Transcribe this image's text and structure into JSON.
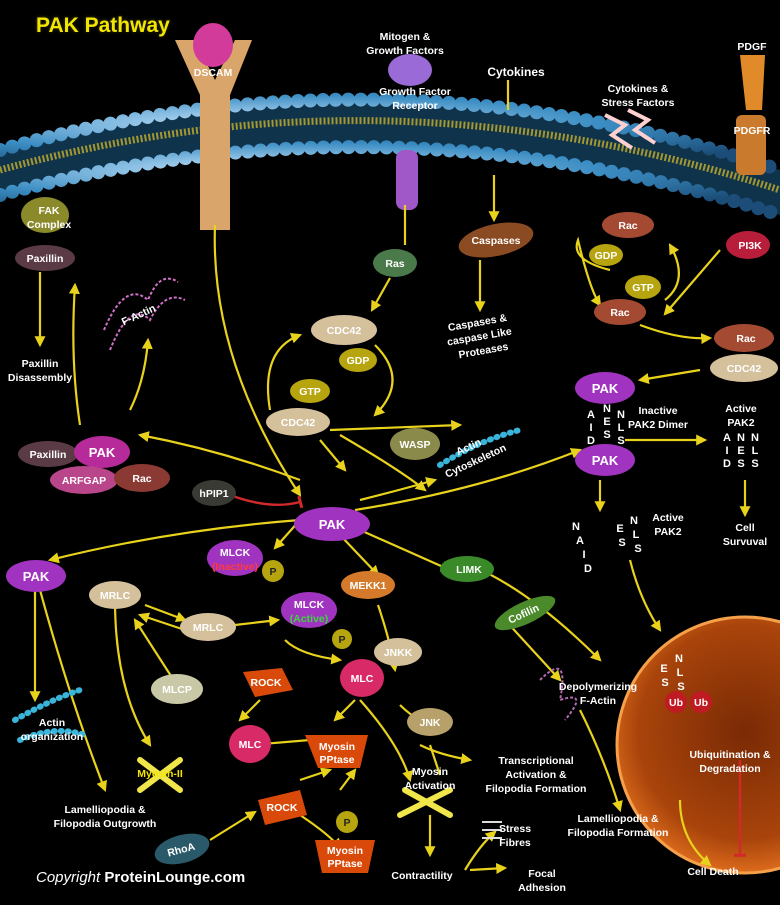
{
  "title": "PAK Pathway",
  "copyright": {
    "prefix": "Copyright",
    "brand": "ProteinLounge.com"
  },
  "membrane_labels": {
    "dscam": "DSCAM",
    "mitogen": [
      "Mitogen &",
      "Growth Factors"
    ],
    "gfr": [
      "Growth Factor",
      "Receptor"
    ],
    "cytokines": "Cytokines",
    "cytokines_stress": [
      "Cytokines &",
      "Stress Factors"
    ],
    "pdgf": "PDGF",
    "pdgfr": "PDGFR"
  },
  "nodes": {
    "fak": [
      "FAK",
      "Complex"
    ],
    "paxillin_top": "Paxillin",
    "paxillin_dis": [
      "Paxillin",
      "Disassembly"
    ],
    "factin": "F-Actin",
    "ras": "Ras",
    "caspases": "Caspases",
    "caspase_like": [
      "Caspases &",
      "caspase Like",
      "Proteases"
    ],
    "rac_top": "Rac",
    "gdp_right": "GDP",
    "gtp_right": "GTP",
    "rac_mid": "Rac",
    "pi3k": "PI3K",
    "rac_right": "Rac",
    "cdc42_right": "CDC42",
    "cdc42_top": "CDC42",
    "gdp_mid": "GDP",
    "gtp_mid": "GTP",
    "cdc42_mid": "CDC42",
    "wasp": "WASP",
    "actin_cyto": [
      "Actin",
      "Cytoskeleton"
    ],
    "paxillin_left": "Paxillin",
    "pak_left": "PAK",
    "arfgap": "ARFGAP",
    "rac_left": "Rac",
    "hpip1": "hPIP1",
    "pak_center": "PAK",
    "pak_dimer_top": "PAK",
    "pak_dimer_bottom": "PAK",
    "inactive_pak2": [
      "Inactive",
      "PAK2 Dimer"
    ],
    "active_pak2_right": [
      "Active",
      "PAK2"
    ],
    "cell_survival": [
      "Cell",
      "Survuval"
    ],
    "active_pak2_mid": [
      "Active",
      "PAK2"
    ],
    "pak_far_left": "PAK",
    "mlck_inactive": "MLCK",
    "mlck_inactive_state": "(Inactive)",
    "p1": "P",
    "mrlc_left": "MRLC",
    "mrlc_right": "MRLC",
    "mlck_active": "MLCK",
    "mlck_active_state": "(Active)",
    "mekk1": "MEKK1",
    "limk": "LIMK",
    "cofilin": "Cofilin",
    "p2": "P",
    "jnkk": "JNKK",
    "rock_top": "ROCK",
    "mlc_top": "MLC",
    "mlcp": "MLCP",
    "actin_org": [
      "Actin",
      "organization"
    ],
    "myosin2": "Myosin-II",
    "mlc_left": "MLC",
    "myosin_pptase_top": [
      "Myosin",
      "PPtase"
    ],
    "jnk": "JNK",
    "depoly": [
      "Depolymerizing",
      "F-Actin"
    ],
    "transcriptional": [
      "Transcriptional",
      "Activation &",
      "Filopodia Formation"
    ],
    "ubiquitination": [
      "Ubiquitination &",
      "Degradation"
    ],
    "ub1": "Ub",
    "ub2": "Ub",
    "myosin_activation": [
      "Myosin",
      "Activation"
    ],
    "lamellipodia_left": [
      "Lamelliopodia &",
      "Filopodia Outgrowth"
    ],
    "rock_bottom": "ROCK",
    "p3": "P",
    "myosin_pptase_bottom": [
      "Myosin",
      "PPtase"
    ],
    "rhoa": "RhoA",
    "stress_fibres": [
      "Stress",
      "Fibres"
    ],
    "lamellipodia_right": [
      "Lamelliopodia &",
      "Filopodia Formation"
    ],
    "contractility": "Contractility",
    "focal_adhesion": [
      "Focal",
      "Adhesion"
    ],
    "cell_death": "Cell Death"
  },
  "domain_letters": {
    "dimer_left": [
      "A",
      "I",
      "D"
    ],
    "dimer_n": [
      "N",
      "E",
      "S"
    ],
    "dimer_right": [
      "N",
      "L",
      "S"
    ],
    "active_right_a": [
      "A",
      "I",
      "D"
    ],
    "active_right_n": [
      "N",
      "E",
      "S"
    ],
    "active_right_nls": [
      "N",
      "L",
      "S"
    ],
    "pak2_mid_aid": [
      "N",
      "A",
      "I",
      "D"
    ],
    "pak2_mid_nes": [
      "E",
      "S"
    ],
    "pak2_mid_nls": [
      "N",
      "L",
      "S"
    ],
    "nucleus_es": [
      "E",
      "S"
    ],
    "nucleus_nls": [
      "N",
      "L",
      "S"
    ]
  },
  "colors": {
    "arrow": "#e8d21c",
    "inhibit": "#d22a2a",
    "label": "#ffffff",
    "title": "#f2e600",
    "membrane": "#3d8fc4",
    "nucleus": "#e0631a"
  }
}
